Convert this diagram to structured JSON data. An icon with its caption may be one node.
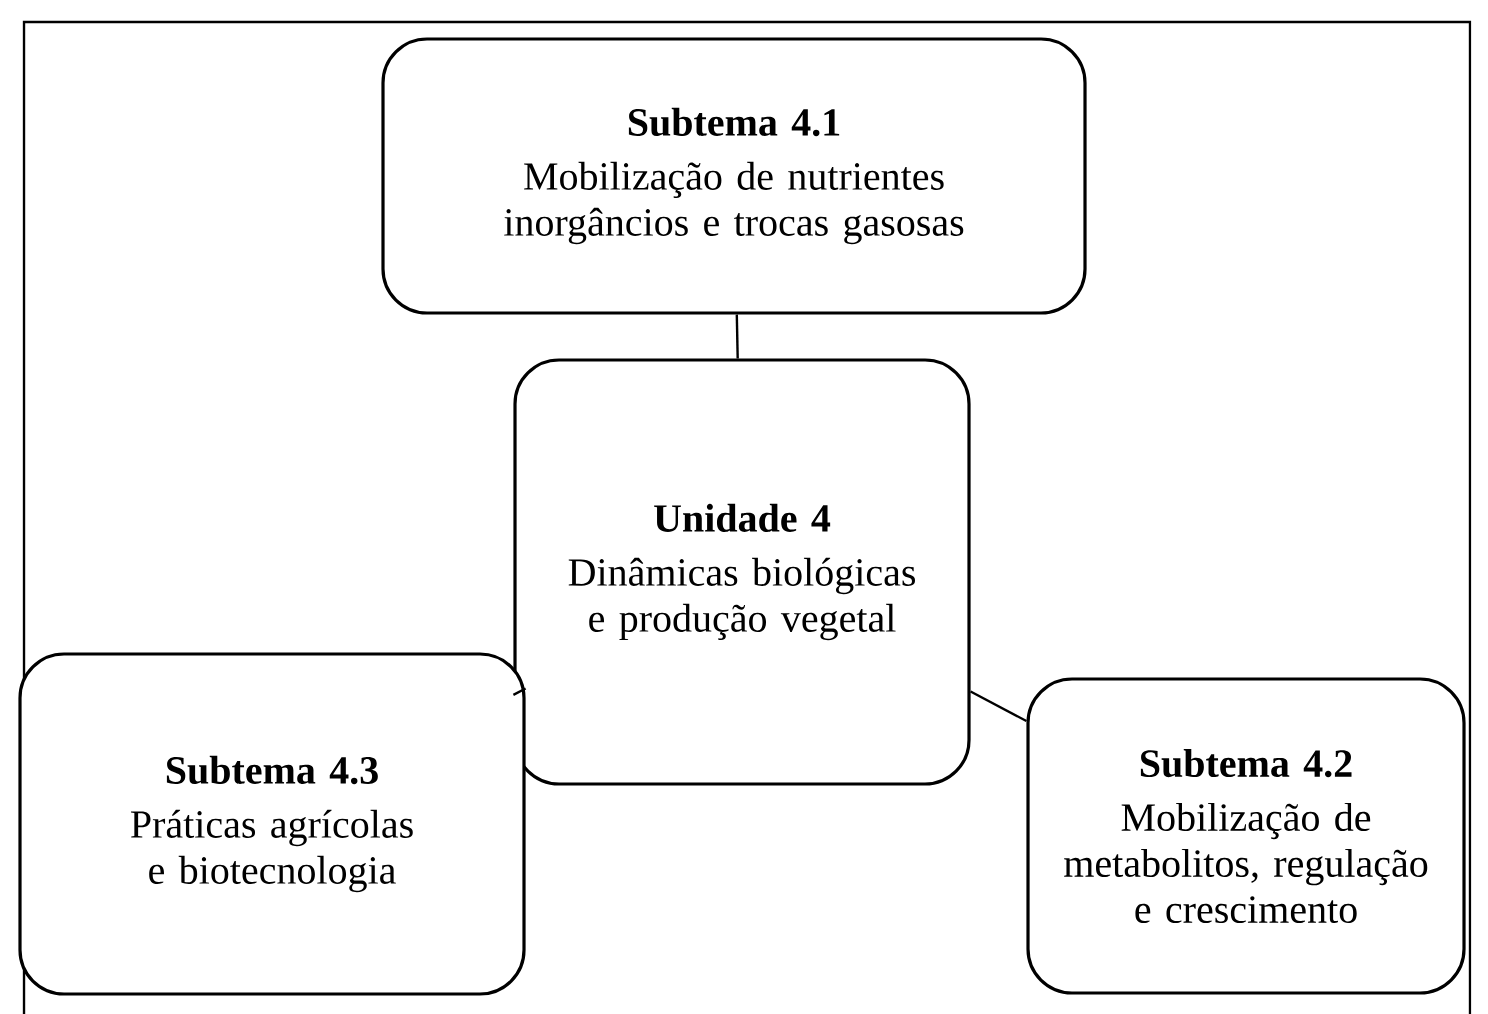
{
  "diagram": {
    "nodes": [
      {
        "text": [
          "Unidade 4",
          "Dinâmicas biológicas e produção vegetal"
        ]
      },
      {
        "text": [
          "Subtema 4.1",
          "Mobilização de nutrientes inorgâncios e trocas gasosas"
        ]
      },
      {
        "text": [
          "Subtema 4.2",
          "Mobilização de metabolitos, regulação e crescimento"
        ]
      },
      {
        "text": [
          "Subtema 4.3",
          "Práticas agrícolas e biotecnologia"
        ]
      }
    ],
    "edges": [
      {
        "from": 0,
        "to": 1,
        "arrow": "none"
      },
      {
        "from": 0,
        "to": 3,
        "arrow": "none"
      },
      {
        "from": 0,
        "to": 2,
        "arrow": "none"
      }
    ]
  }
}
